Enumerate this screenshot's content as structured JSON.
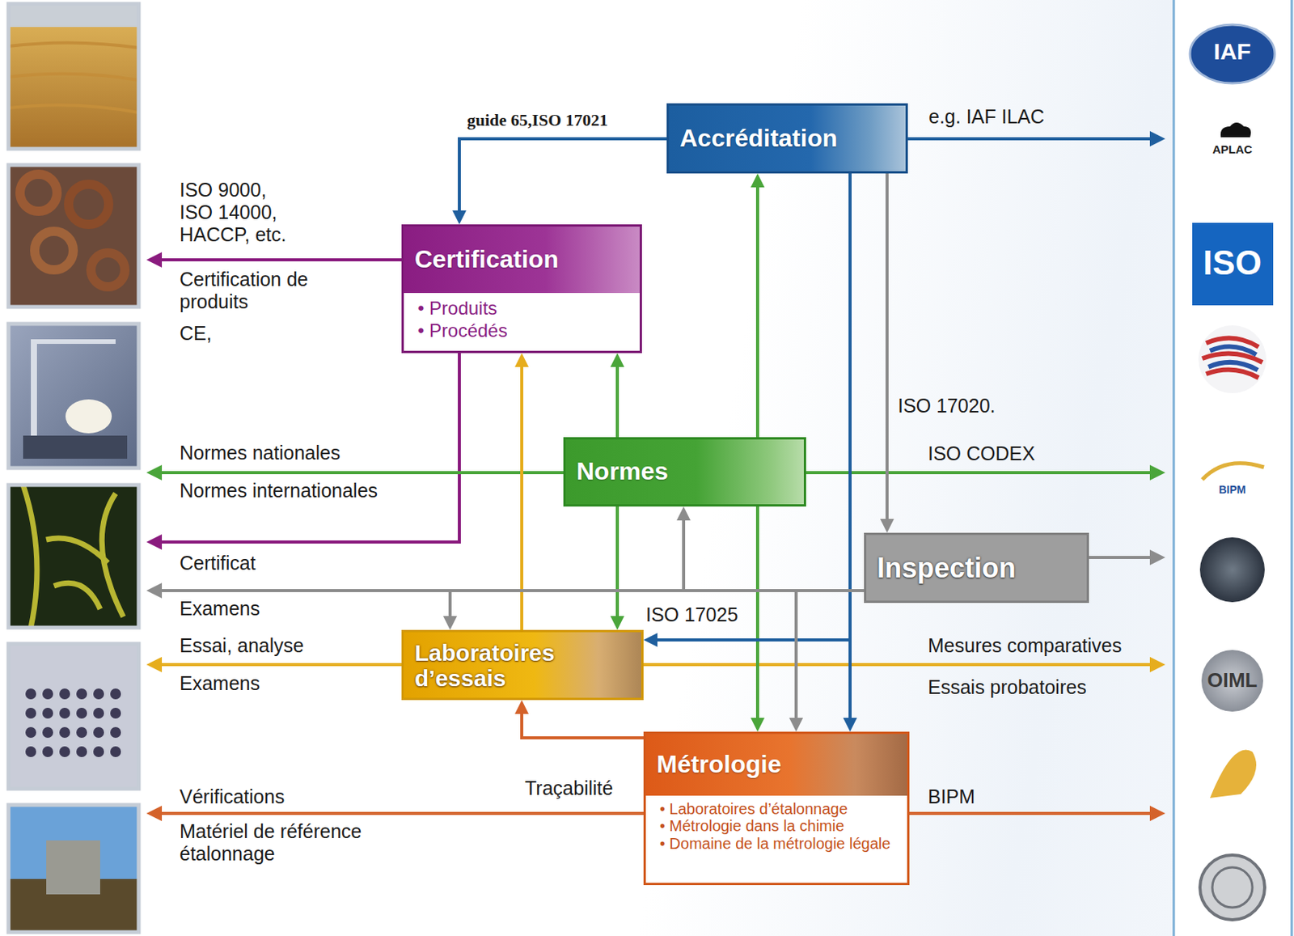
{
  "diagram": {
    "nodes": [
      {
        "text": [
          "Accréditation"
        ]
      },
      {
        "text": [
          "Certification",
          "• Produits",
          "• Procédés"
        ]
      },
      {
        "text": [
          "Normes"
        ]
      },
      {
        "text": [
          "Inspection"
        ]
      },
      {
        "text": [
          "Laboratoires d’essais"
        ]
      },
      {
        "text": [
          "Métrologie",
          "• Laboratoires d’étalonnage",
          "• Métrologie dans la chimie",
          "• Domaine de la métrologie légale"
        ]
      }
    ],
    "edges": [
      {
        "from": 0,
        "to": 1,
        "arrow": "to",
        "label": "guide 65,ISO 17021"
      },
      {
        "from": 2,
        "to": 0,
        "arrow": "to"
      },
      {
        "from": 2,
        "to": 5,
        "arrow": "to"
      },
      {
        "from": 0,
        "to": 4,
        "arrow": "to",
        "label": "ISO 17025"
      },
      {
        "from": 0,
        "to": 5,
        "arrow": "to"
      },
      {
        "from": 0,
        "to": 3,
        "arrow": "to",
        "label": "ISO 17020."
      },
      {
        "from": 2,
        "to": 1,
        "arrow": "to"
      },
      {
        "from": 2,
        "to": 4,
        "arrow": "to"
      },
      {
        "from": 4,
        "to": 1,
        "arrow": "to"
      },
      {
        "from": 5,
        "to": 4,
        "arrow": "to",
        "label": "Traçabilité"
      },
      {
        "from": 3,
        "to": 2,
        "arrow": "to"
      },
      {
        "from": 3,
        "to": 4,
        "arrow": "to"
      },
      {
        "from": 3,
        "to": 5,
        "arrow": "to"
      }
    ],
    "labels": [
      "e.g. IAF ILAC",
      "ISO 9000, ISO 14000, HACCP, etc.",
      "Certification de produits",
      "CE,",
      "Normes nationales",
      "Normes internationales",
      "ISO CODEX",
      "Certificat",
      "Examens",
      "Essai, analyse",
      "Examens",
      "Mesures comparatives",
      "Essais probatoires",
      "Vérifications",
      "Matériel de référence étalonnage",
      "BIPM",
      "IAF",
      "APLAC",
      "ISO",
      "BIPM",
      "OIML"
    ]
  }
}
